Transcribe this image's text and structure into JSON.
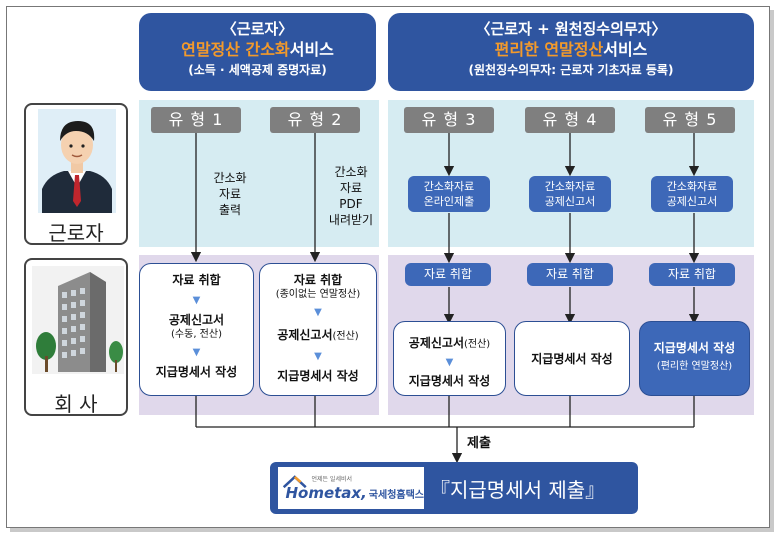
{
  "header_left": {
    "line1": "〈근로자〉",
    "line2_highlight": "연말정산 간소화",
    "line2_rest": "서비스",
    "line3": "(소득 · 세액공제 증명자료)"
  },
  "header_right": {
    "line1": "〈근로자 + 원천징수의무자〉",
    "line2_highlight": "편리한 연말정산",
    "line2_rest": "서비스",
    "line3": "(원천징수의무자: 근로자 기초자료 등록)"
  },
  "side": {
    "worker_label": "근로자",
    "company_label": "회  사"
  },
  "types": [
    "유 형  1",
    "유 형  2",
    "유 형  3",
    "유 형  4",
    "유 형  5"
  ],
  "type1": {
    "action": [
      "간소화",
      "자료",
      "출력"
    ]
  },
  "type2": {
    "action": [
      "간소화",
      "자료",
      "PDF",
      "내려받기"
    ]
  },
  "type3": {
    "action": [
      "간소화자료",
      "온라인제출"
    ],
    "collect": "자료 취합"
  },
  "type4": {
    "action": [
      "간소화자료",
      "공제신고서"
    ],
    "collect": "자료 취합"
  },
  "type5": {
    "action": [
      "간소화자료",
      "공제신고서"
    ],
    "collect": "자료 취합"
  },
  "box1": {
    "step1": "자료 취합",
    "step2": "공제신고서",
    "step2_sub": "(수동, 전산)",
    "step3": "지급명세서 작성"
  },
  "box2": {
    "step1": "자료 취합",
    "step1_sub": "(종이없는 연말정산)",
    "step2": "공제신고서",
    "step2_suffix": "(전산)",
    "step3": "지급명세서 작성"
  },
  "box3": {
    "step1": "공제신고서",
    "step1_suffix": "(전산)",
    "step2": "지급명세서 작성"
  },
  "box4": {
    "step1": "지급명세서 작성"
  },
  "box5": {
    "step1": "지급명세서 작성",
    "step1_sub": "(편리한 연말정산)"
  },
  "submit_label": "제출",
  "footer": {
    "logo_small": "언제든 일세비서",
    "logo_main": "Hometax,",
    "logo_kr": "국세청홈택스",
    "title": "『지급명세서 제출』"
  },
  "colors": {
    "header_blue": "#2f55a0",
    "highlight_orange": "#f39a2b",
    "top_zone": "#d6ecf2",
    "bottom_zone": "#e0d8eb"
  }
}
